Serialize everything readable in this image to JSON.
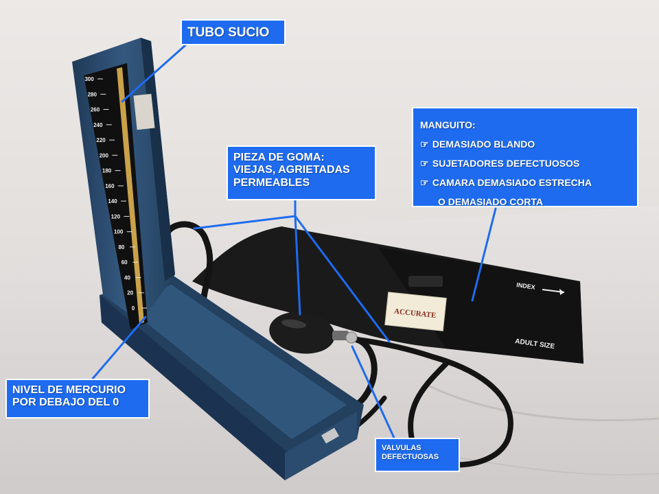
{
  "labels": {
    "tubo_sucio": "TUBO SUCIO",
    "pieza_goma": [
      "PIEZA DE GOMA:",
      "VIEJAS, AGRIETADAS",
      "PERMEABLES"
    ],
    "manguito": {
      "title": "MANGUITO:",
      "bullet": "☞",
      "items": [
        "DEMASIADO BLANDO",
        "SUJETADORES DEFECTUOSOS",
        "CAMARA DEMASIADO ESTRECHA",
        "O DEMASIADO CORTA"
      ]
    },
    "nivel_mercurio": [
      "NIVEL DE MERCURIO",
      "POR DEBAJO DEL 0"
    ],
    "valvulas": [
      "VALVULAS",
      "DEFECTUOSAS"
    ]
  },
  "scale_ticks": [
    "300",
    "280",
    "260",
    "240",
    "220",
    "200",
    "180",
    "160",
    "140",
    "120",
    "100",
    "80",
    "60",
    "40",
    "20",
    "0"
  ],
  "cuff": {
    "brand": "ACCURATE",
    "index_text": "INDEX",
    "size_text": "ADULT SIZE"
  },
  "colors": {
    "label_bg": "#1e6bf0",
    "callout_line": "#1e6bf0",
    "device_blue": "#2c4f76"
  }
}
